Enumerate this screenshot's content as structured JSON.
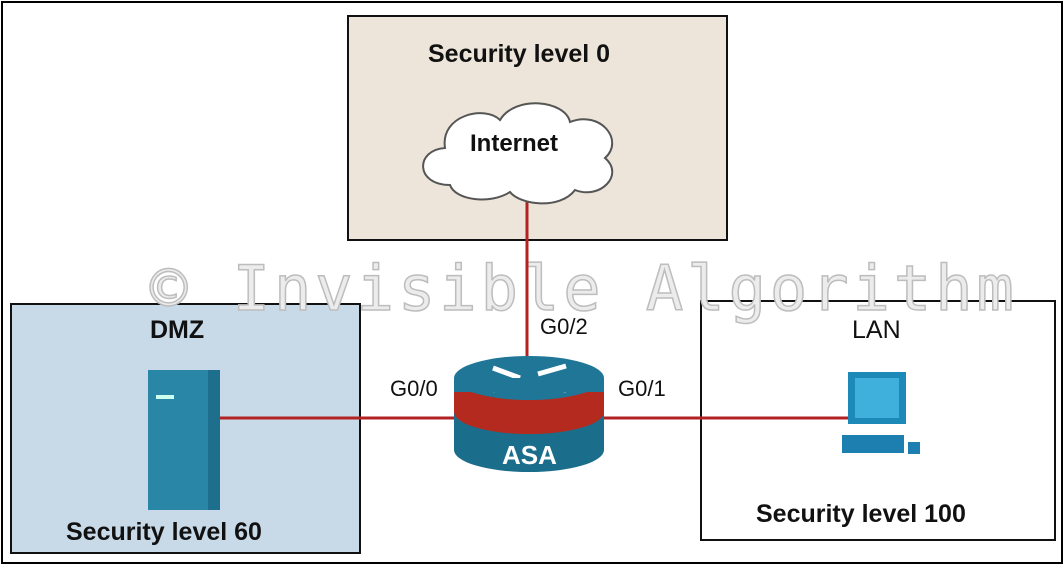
{
  "zones": {
    "internet": {
      "security_label": "Security level 0",
      "cloud_label": "Internet"
    },
    "dmz": {
      "title": "DMZ",
      "security_label": "Security level 60"
    },
    "lan": {
      "title": "LAN",
      "security_label": "Security level 100"
    }
  },
  "device": {
    "label": "ASA",
    "ports": {
      "dmz": "G0/0",
      "lan": "G0/1",
      "internet": "G0/2"
    }
  },
  "watermark": "© Invisible Algorithm",
  "colors": {
    "link": "#b22222",
    "internet_zone": "#eee5da",
    "dmz_zone": "#c8d9e8",
    "asa": "#1b6d8c"
  }
}
